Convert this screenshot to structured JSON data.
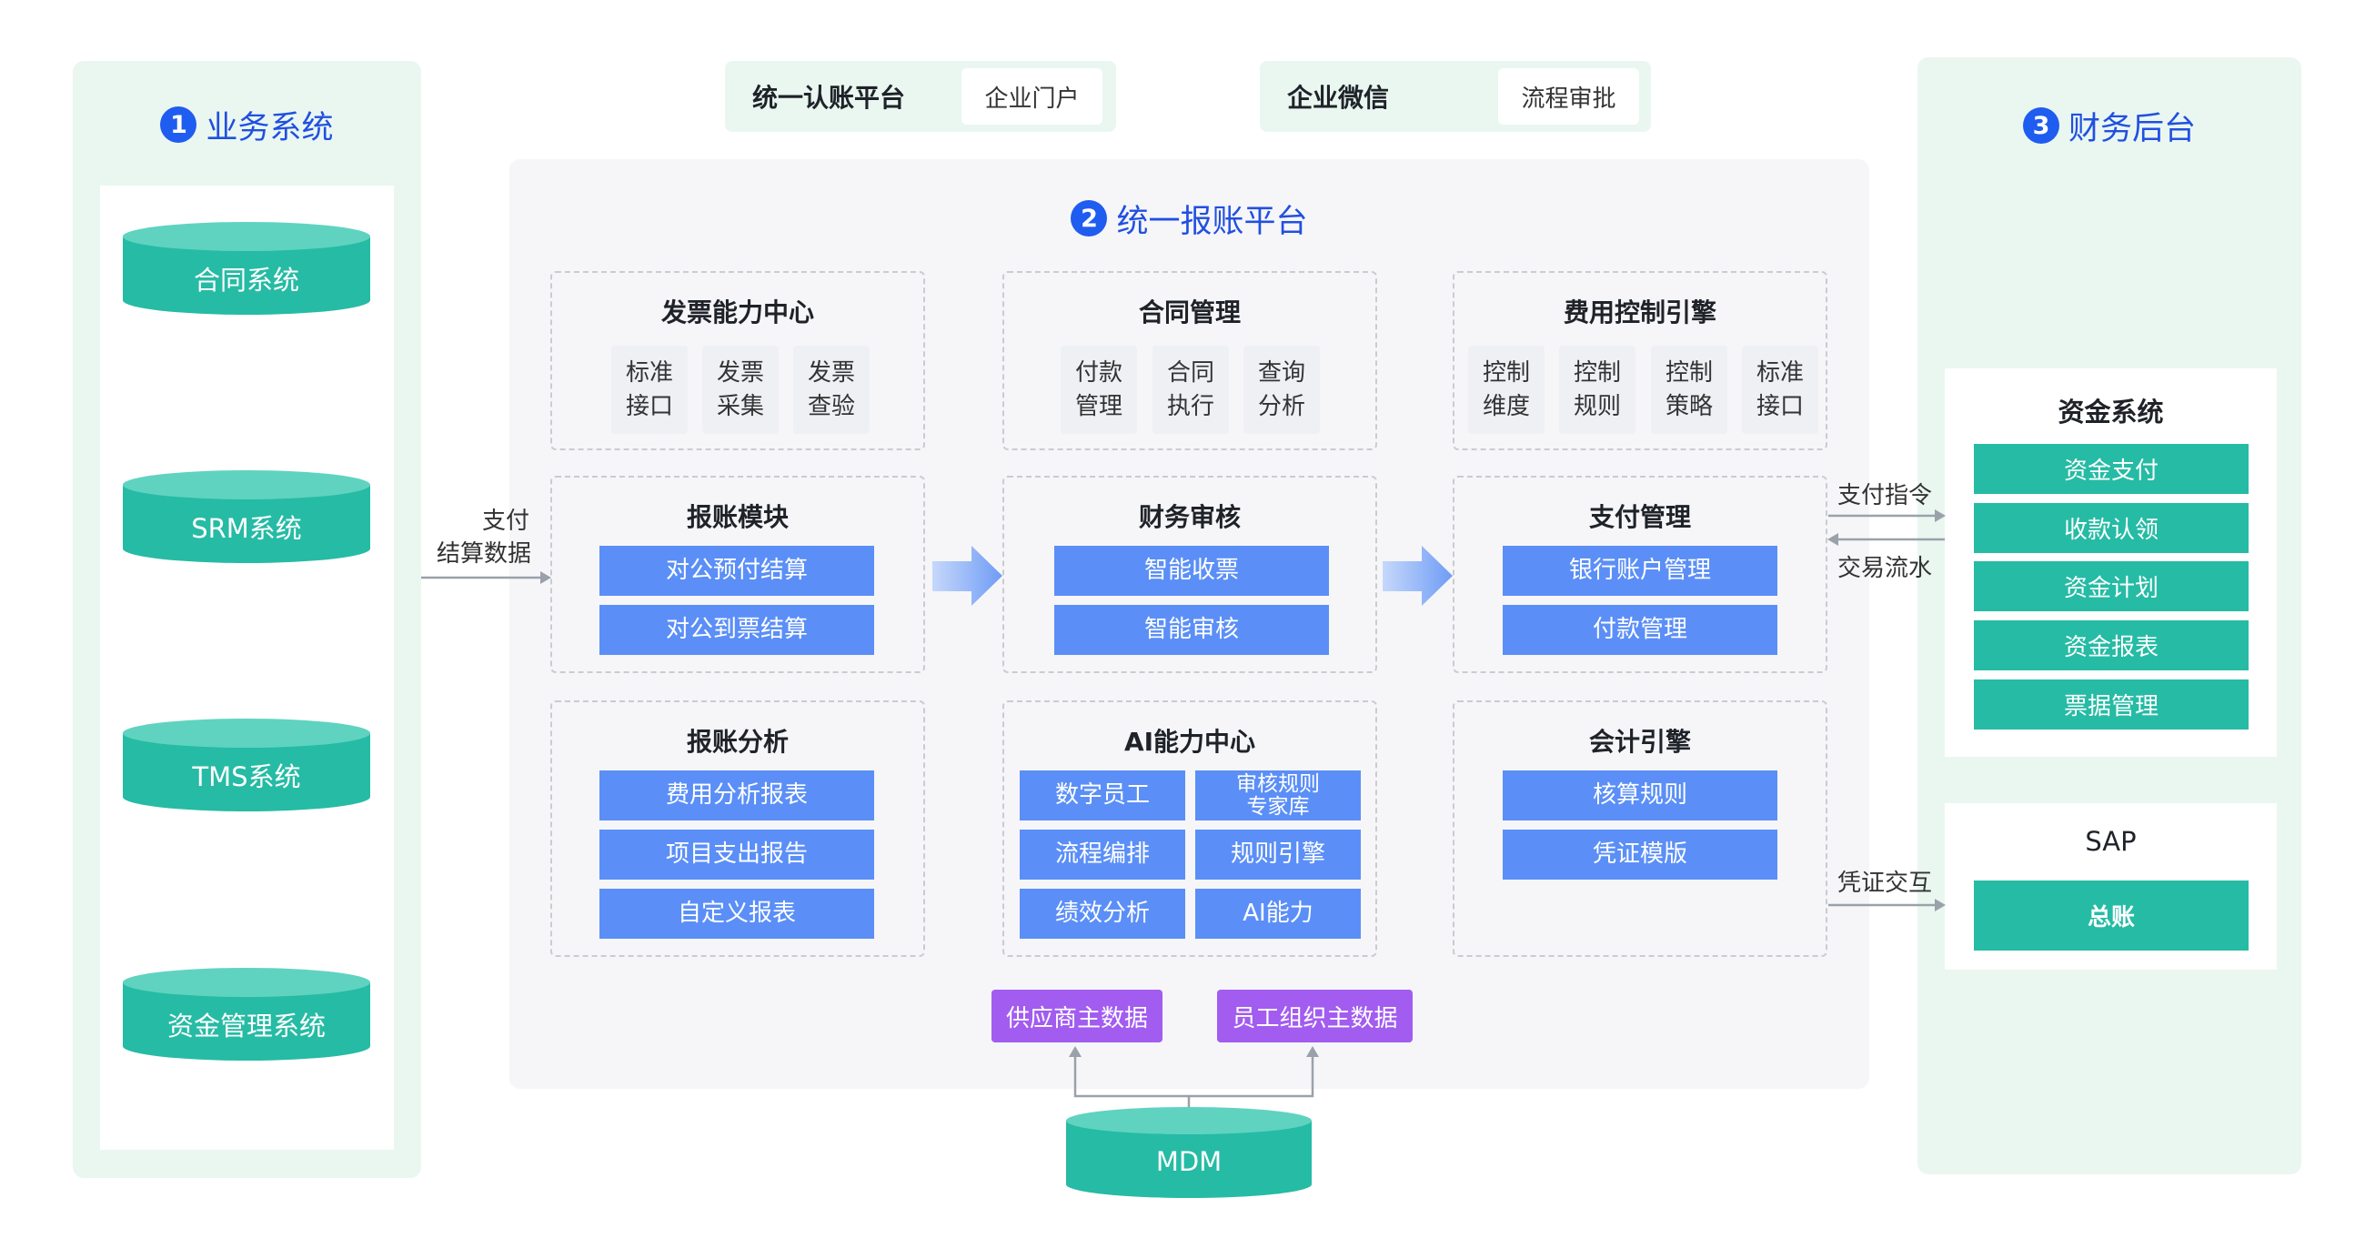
{
  "sections": {
    "business": {
      "num": "1",
      "title": "业务系统"
    },
    "platform": {
      "num": "2",
      "title": "统一报账平台"
    },
    "finance": {
      "num": "3",
      "title": "财务后台"
    }
  },
  "business_systems": [
    "合同系统",
    "SRM系统",
    "TMS系统",
    "资金管理系统"
  ],
  "top_boxes": [
    {
      "label": "统一认账平台",
      "chip": "企业门户"
    },
    {
      "label": "企业微信",
      "chip": "流程审批"
    }
  ],
  "modules": {
    "invoice": {
      "title": "发票能力中心",
      "chips": [
        "标准\n接口",
        "发票\n采集",
        "发票\n查验"
      ]
    },
    "contract": {
      "title": "合同管理",
      "chips": [
        "付款\n管理",
        "合同\n执行",
        "查询\n分析"
      ]
    },
    "cost": {
      "title": "费用控制引擎",
      "chips": [
        "控制\n维度",
        "控制\n规则",
        "控制\n策略",
        "标准\n接口"
      ]
    },
    "reimburse": {
      "title": "报账模块",
      "items": [
        "对公预付结算",
        "对公到票结算"
      ]
    },
    "audit": {
      "title": "财务审核",
      "items": [
        "智能收票",
        "智能审核"
      ]
    },
    "payment": {
      "title": "支付管理",
      "items": [
        "银行账户管理",
        "付款管理"
      ]
    },
    "analysis": {
      "title": "报账分析",
      "items": [
        "费用分析报表",
        "项目支出报告",
        "自定义报表"
      ]
    },
    "ai": {
      "title": "AI能力中心",
      "items": [
        "数字员工",
        "审核规则\n专家库",
        "流程编排",
        "规则引擎",
        "绩效分析",
        "AI能力"
      ]
    },
    "accounting": {
      "title": "会计引擎",
      "items": [
        "核算规则",
        "凭证模版"
      ]
    }
  },
  "master_data": [
    "供应商主数据",
    "员工组织主数据"
  ],
  "mdm": "MDM",
  "arrows": {
    "settle_1": "支付",
    "settle_2": "结算数据",
    "pay_cmd": "支付指令",
    "flow": "交易流水",
    "voucher": "凭证交互"
  },
  "fund_system": {
    "title": "资金系统",
    "items": [
      "资金支付",
      "收款认领",
      "资金计划",
      "资金报表",
      "票据管理"
    ]
  },
  "sap": {
    "title": "SAP",
    "items": [
      "总账"
    ]
  },
  "colors": {
    "teal": "#26bba4",
    "blue": "#5b8ff7",
    "purple": "#a25cf0",
    "green_bg": "#eaf7f1",
    "gray_bg": "#f6f6f8",
    "accent": "#2150e0"
  }
}
